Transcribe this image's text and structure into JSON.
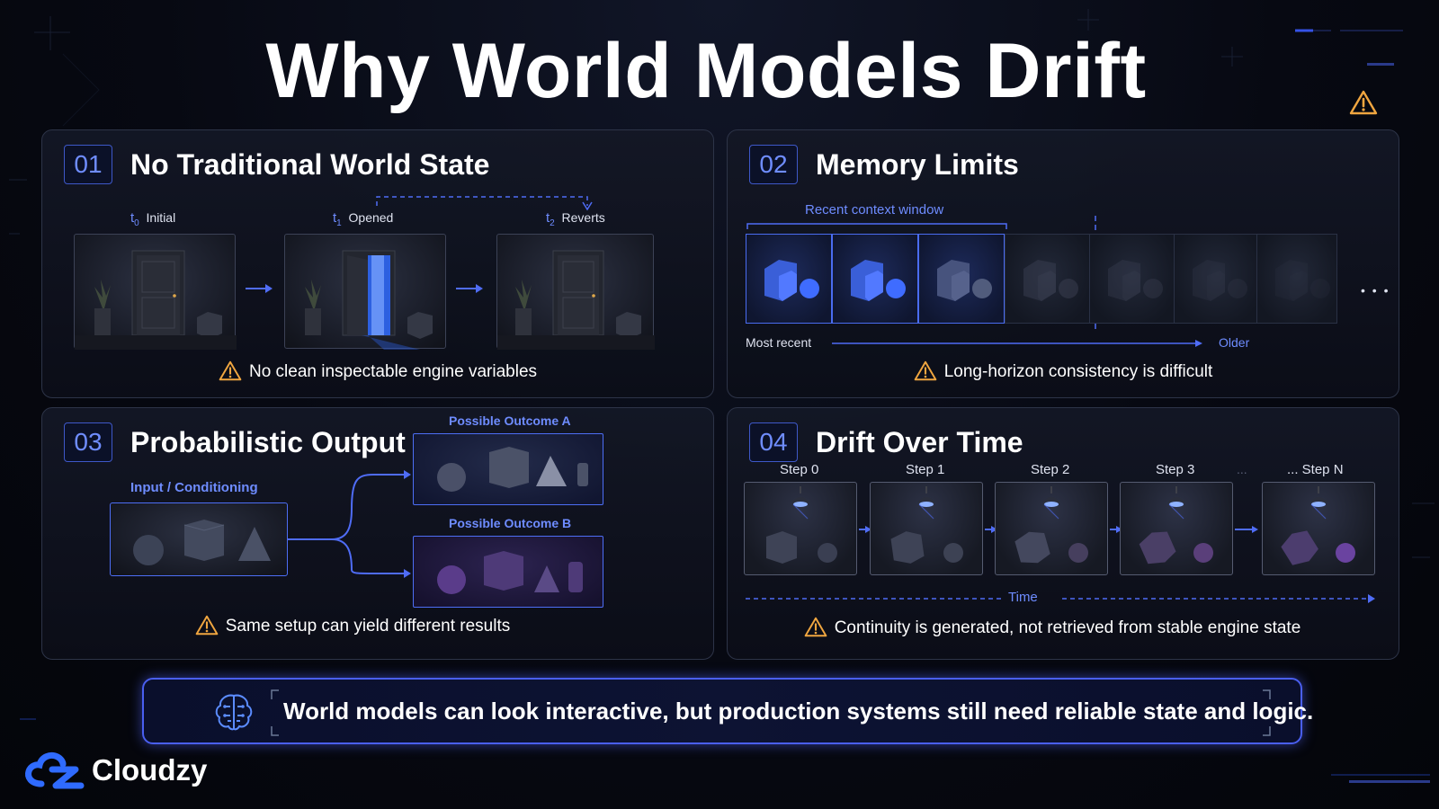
{
  "title": "Why World Models Drift",
  "panels": {
    "p1": {
      "number": "01",
      "title": "No Traditional World State",
      "frames": [
        {
          "time_symbol": "t",
          "subscript": "0",
          "label": "Initial"
        },
        {
          "time_symbol": "t",
          "subscript": "1",
          "label": "Opened"
        },
        {
          "time_symbol": "t",
          "subscript": "2",
          "label": "Reverts"
        }
      ],
      "warning": "No clean inspectable engine variables"
    },
    "p2": {
      "number": "02",
      "title": "Memory Limits",
      "context_label": "Recent context window",
      "axis_start": "Most recent",
      "axis_end": "Older",
      "more": "• • •",
      "warning": "Long-horizon consistency is difficult"
    },
    "p3": {
      "number": "03",
      "title": "Probabilistic Output",
      "input_label": "Input / Conditioning",
      "outcome_a": "Possible Outcome A",
      "outcome_b": "Possible Outcome B",
      "warning": "Same setup can yield different results"
    },
    "p4": {
      "number": "04",
      "title": "Drift Over Time",
      "steps": [
        "Step 0",
        "Step 1",
        "Step 2",
        "Step 3",
        "... Step N"
      ],
      "ellipsis": "...",
      "time_label": "Time",
      "warning": "Continuity is generated, not retrieved from stable engine state"
    }
  },
  "footer": {
    "text": "World models can look interactive, but production systems still need reliable state and logic.",
    "icon": "brain-circuit-icon"
  },
  "brand": {
    "name": "Cloudzy",
    "logo_icon": "cloudzy-logo-icon"
  },
  "colors": {
    "accent": "#4a6cf0",
    "accent_text": "#6e8cff",
    "warning": "#f0a640",
    "background": "#05060c"
  }
}
